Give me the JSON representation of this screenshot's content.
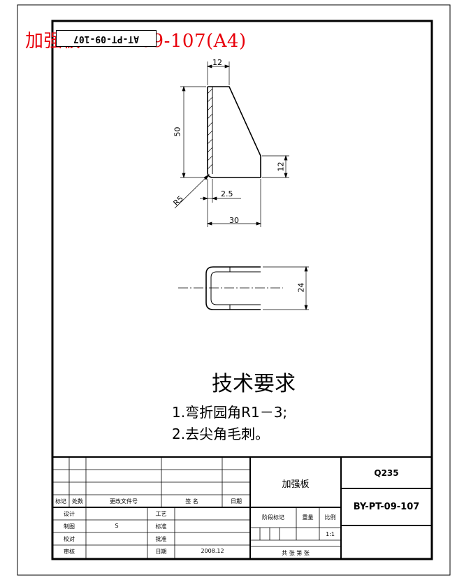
{
  "overlay_title": "加强板BY-PT-09-107(A4)",
  "stamp_text": "AT-PT-09-107",
  "dimensions": {
    "top_width": "12",
    "height": "50",
    "right_height": "12",
    "radius": "R5",
    "thickness": "2.5",
    "total_width": "30",
    "bend_width": "24"
  },
  "requirements": {
    "title": "技术要求",
    "items": [
      "1.弯折园角R1－3;",
      "2.去尖角毛刺。"
    ]
  },
  "title_block": {
    "part_name": "加强板",
    "material": "Q235",
    "drawing_number": "BY-PT-09-107",
    "scale": "1:1",
    "date": "2008.12",
    "sheet_info": "共 张 第 张",
    "rev_headers": [
      "标记",
      "处数",
      "更改文件号",
      "签 名",
      "日期"
    ],
    "left_labels": [
      "设计",
      "制图",
      "校对",
      "审核"
    ],
    "mid_labels": [
      "工艺",
      "标准",
      "批准",
      "日期"
    ],
    "drafter_mark": "S",
    "stage_label": "阶段标记",
    "weight_label": "重量",
    "ratio_label": "比例"
  }
}
